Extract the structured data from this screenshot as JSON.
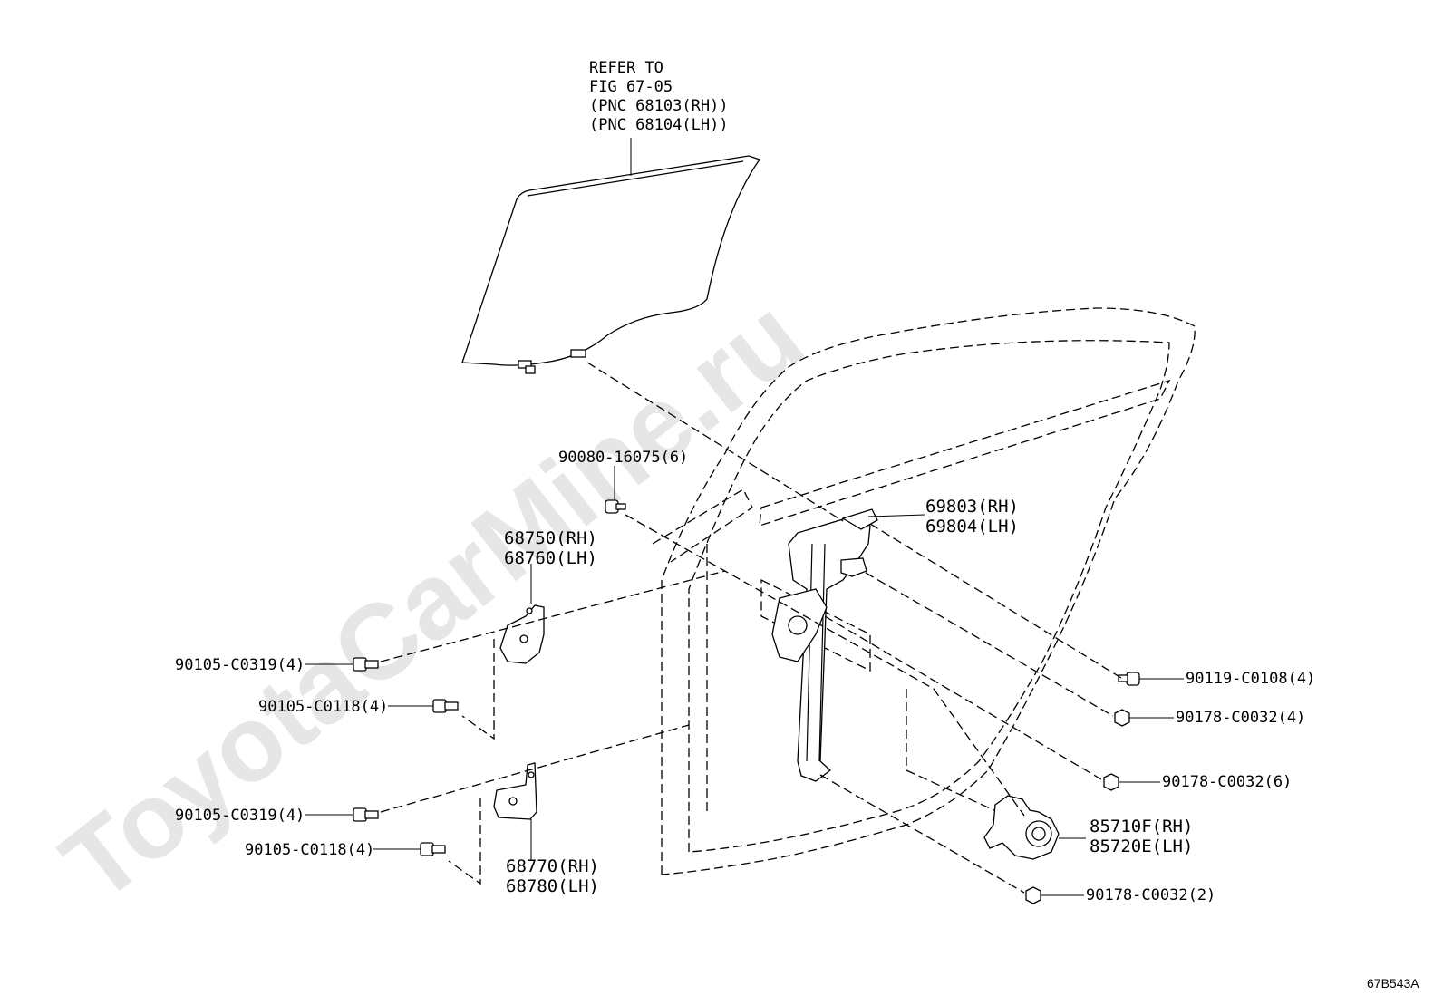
{
  "watermark": "ToyotaCarMine.ru",
  "diagram_code": "67B543A",
  "glass_reference": {
    "line1": "REFER TO",
    "line2": "FIG 67-05",
    "line3": "(PNC 68103(RH))",
    "line4": "(PNC 68104(LH))"
  },
  "parts": {
    "bolt_90080": "90080-16075(6)",
    "regulator_rh": "69803(RH)",
    "regulator_lh": "69804(LH)",
    "upper_hinge_rh": "68750(RH)",
    "upper_hinge_lh": "68760(LH)",
    "bolt_c0319_upper": "90105-C0319(4)",
    "bolt_c0118_upper": "90105-C0118(4)",
    "bolt_c0319_lower": "90105-C0319(4)",
    "bolt_c0118_lower": "90105-C0118(4)",
    "lower_hinge_rh": "68770(RH)",
    "lower_hinge_lh": "68780(LH)",
    "bolt_c0108": "90119-C0108(4)",
    "nut_c0032_4": "90178-C0032(4)",
    "nut_c0032_6": "90178-C0032(6)",
    "motor_rh": "85710F(RH)",
    "motor_lh": "85720E(LH)",
    "nut_c0032_2": "90178-C0032(2)"
  }
}
